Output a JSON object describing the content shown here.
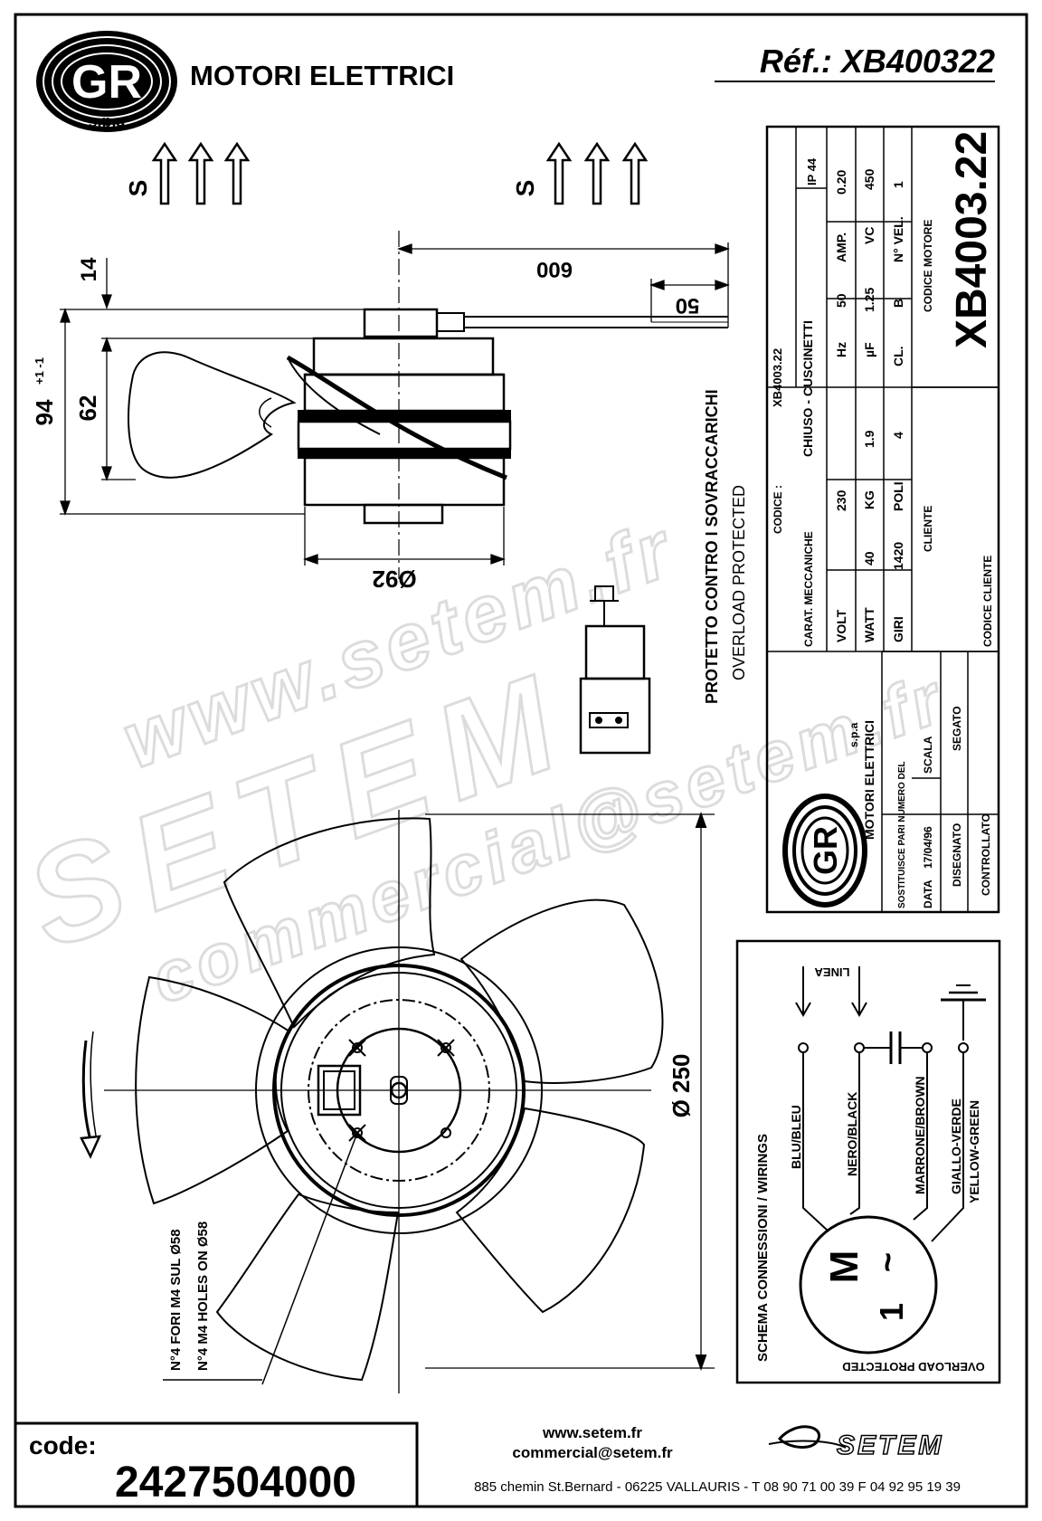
{
  "header": {
    "company_name": "MOTORI ELETTRICI",
    "logo_text": "GR",
    "logo_suffix": "s.p.a",
    "reference": "Réf.: XB400322"
  },
  "arrows": {
    "s_label_left": "S",
    "s_label_right": "S"
  },
  "dimensions": {
    "cable_length": "600",
    "cable_strip": "50",
    "top_offset": "14",
    "height_total": "94",
    "height_tolerance": "+1 -1",
    "height_body": "62",
    "body_diameter": "Ø92",
    "fan_diameter": "Ø 250"
  },
  "protection": {
    "line_it": "PROTETTO CONTRO I SOVRACCARICHI",
    "line_en": "OVERLOAD PROTECTED"
  },
  "mounting": {
    "line_it": "N°4 FORI M4 SUL Ø58",
    "line_en": "N°4 M4 HOLES ON Ø58"
  },
  "specs": {
    "codice_label": "CODICE :",
    "codice_value": "XB4003.22",
    "carat_label": "CARAT. MECCANICHE",
    "carat_value": "CHIUSO - CUSCINETTI",
    "ip": "IP 44",
    "rows": [
      [
        {
          "k": "VOLT",
          "v": "230"
        },
        {
          "k": "Hz",
          "v": "50"
        },
        {
          "k": "AMP.",
          "v": "0.20"
        }
      ],
      [
        {
          "k": "WATT",
          "v": "40"
        },
        {
          "k": "KG",
          "v": "1.9"
        },
        {
          "k": "µF",
          "v": "1.25"
        },
        {
          "k": "VC",
          "v": "450"
        }
      ],
      [
        {
          "k": "GIRI",
          "v": "1420"
        },
        {
          "k": "POLI",
          "v": "4"
        },
        {
          "k": "CL.",
          "v": "B"
        },
        {
          "k": "N° VEL.",
          "v": "1"
        }
      ]
    ],
    "cliente_label": "CLIENTE",
    "codice_motore_label": "CODICE MOTORE",
    "codice_motore_value": "XB4003.22",
    "codice_cliente_label": "CODICE CLIENTE"
  },
  "titleblock": {
    "logo_company": "MOTORI ELETTRICI",
    "logo_suffix": "s.p.a",
    "sostituisce": "SOSTITUISCE PARI NUMERO DEL",
    "data_label": "DATA",
    "data_value": "17/04/96",
    "scala_label": "SCALA",
    "disegnato_label": "DISEGNATO",
    "disegnato_value": "SEGATO",
    "controllato_label": "CONTROLLATO"
  },
  "wiring": {
    "title": "SCHEMA CONNESSIONI / WIRINGS",
    "linea_label": "LINEA",
    "wires": [
      "BLU/BLEU",
      "NERO/BLACK",
      "MARRONE/BROWN",
      "GIALLO-VERDE",
      "YELLOW-GREEN"
    ],
    "motor_symbol_m": "M",
    "motor_symbol_1": "1",
    "motor_symbol_tilde": "~",
    "overload_label": "OVERLOAD PROTECTED"
  },
  "watermark": {
    "url": "www.setem.fr",
    "brand": "SETEM",
    "email": "commercial@setem.fr"
  },
  "footer": {
    "code_label": "code:",
    "code_value": "2427504000",
    "website": "www.setem.fr",
    "email": "commercial@setem.fr",
    "address": "885 chemin St.Bernard  -  06225 VALLAURIS  -  T 08 90 71 00 39   F 04 92 95 19 39",
    "brand": "SETEM"
  }
}
